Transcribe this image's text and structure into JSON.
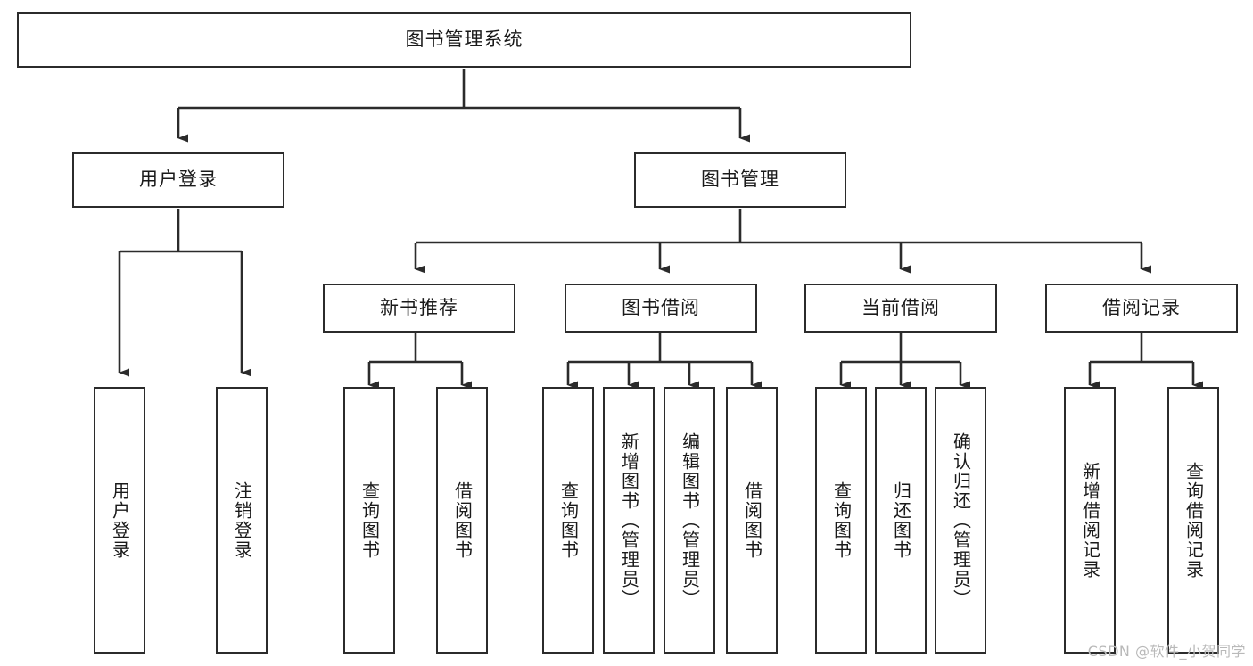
{
  "diagram": {
    "title": "图书管理系统",
    "type": "tree",
    "colors": {
      "box_border": "#2b2b2b",
      "box_fill": "#ffffff",
      "edge": "#2b2b2b",
      "text": "#1a1a1a",
      "watermark": "#b9b9b9",
      "background": "#ffffff"
    },
    "root": {
      "label": "图书管理系统"
    },
    "level1": [
      {
        "label": "用户登录"
      },
      {
        "label": "图书管理"
      }
    ],
    "level2": [
      {
        "label": "新书推荐"
      },
      {
        "label": "图书借阅"
      },
      {
        "label": "当前借阅"
      },
      {
        "label": "借阅记录"
      }
    ],
    "leaves": {
      "user_login": [
        {
          "label": "用户登录"
        },
        {
          "label": "注销登录"
        }
      ],
      "new_book_recommend": [
        {
          "label": "查询图书"
        },
        {
          "label": "借阅图书"
        }
      ],
      "book_borrow": [
        {
          "label": "查询图书"
        },
        {
          "label": "新增图书（管理员）"
        },
        {
          "label": "编辑图书（管理员）"
        },
        {
          "label": "借阅图书"
        }
      ],
      "current_borrow": [
        {
          "label": "查询图书"
        },
        {
          "label": "归还图书"
        },
        {
          "label": "确认归还（管理员）"
        }
      ],
      "borrow_records": [
        {
          "label": "新增借阅记录"
        },
        {
          "label": "查询借阅记录"
        }
      ]
    }
  },
  "watermark": {
    "text": "CSDN @软件_小贺同学"
  }
}
